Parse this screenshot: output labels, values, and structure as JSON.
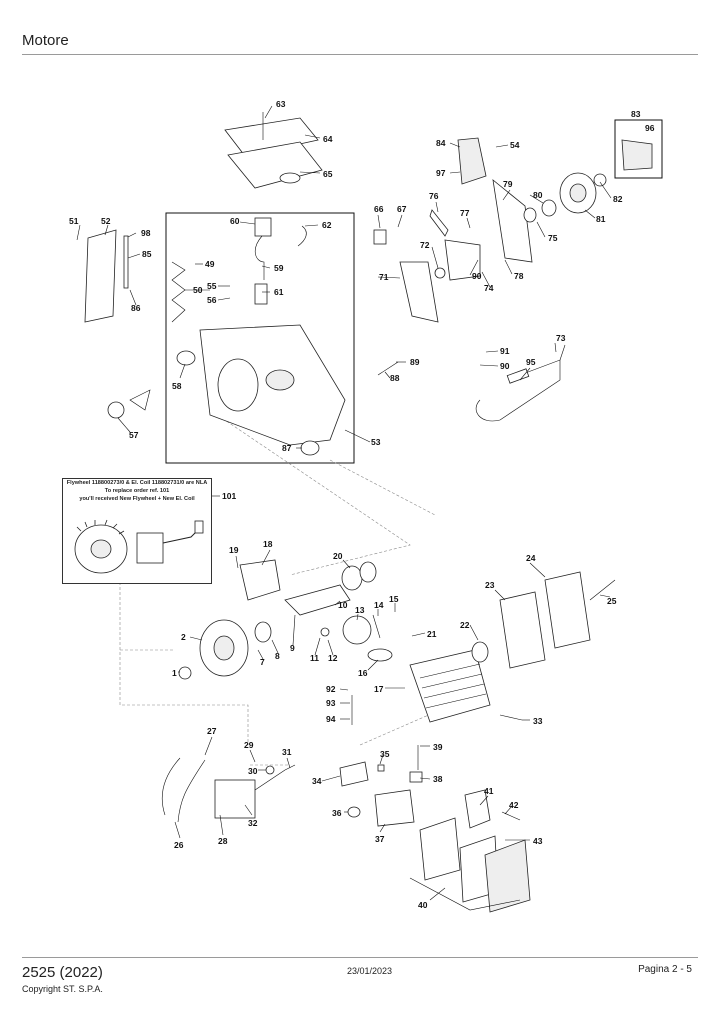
{
  "header": {
    "title": "Motore"
  },
  "footer": {
    "model": "2525 (2022)",
    "copyright": "Copyright ST. S.P.A.",
    "date": "23/01/2023",
    "page": "Pagina 2 - 5"
  },
  "note": {
    "line1": "Flywheel 118800273/0 & El. Coil 118802731/0 are NLA",
    "line2": "To replace order ref. 101",
    "line3": "you'll received New Flywheel + New El. Coil"
  },
  "callouts": {
    "n63": "63",
    "n64": "64",
    "n65": "65",
    "n84": "84",
    "n54": "54",
    "n97": "97",
    "n83": "83",
    "n96": "96",
    "n82": "82",
    "n79": "79",
    "n80": "80",
    "n81": "81",
    "n76": "76",
    "n77": "77",
    "n75": "75",
    "n66": "66",
    "n67": "67",
    "n72": "72",
    "n90": "90",
    "n74": "74",
    "n78": "78",
    "n71": "71",
    "n51": "51",
    "n52": "52",
    "n98": "98",
    "n85": "85",
    "n86": "86",
    "n60": "60",
    "n62": "62",
    "n49": "49",
    "n50": "50",
    "n59": "59",
    "n55": "55",
    "n56": "56",
    "n61": "61",
    "n58": "58",
    "n57": "57",
    "n53": "53",
    "n87": "87",
    "n89": "89",
    "n88": "88",
    "n91": "91",
    "n95": "95",
    "n73": "73",
    "n101": "101",
    "n19": "19",
    "n18": "18",
    "n20": "20",
    "n24": "24",
    "n23": "23",
    "n25": "25",
    "n2": "2",
    "n7": "7",
    "n8": "8",
    "n9": "9",
    "n10": "10",
    "n13": "13",
    "n14": "14",
    "n15": "15",
    "n21": "21",
    "n22": "22",
    "n1": "1",
    "n11": "11",
    "n12": "12",
    "n16": "16",
    "n17": "17",
    "n92": "92",
    "n93": "93",
    "n94": "94",
    "n33": "33",
    "n27": "27",
    "n29": "29",
    "n31": "31",
    "n30": "30",
    "n39": "39",
    "n35": "35",
    "n34": "34",
    "n38": "38",
    "n41": "41",
    "n42": "42",
    "n36": "36",
    "n37": "37",
    "n43": "43",
    "n26": "26",
    "n28": "28",
    "n32": "32",
    "n40": "40"
  }
}
